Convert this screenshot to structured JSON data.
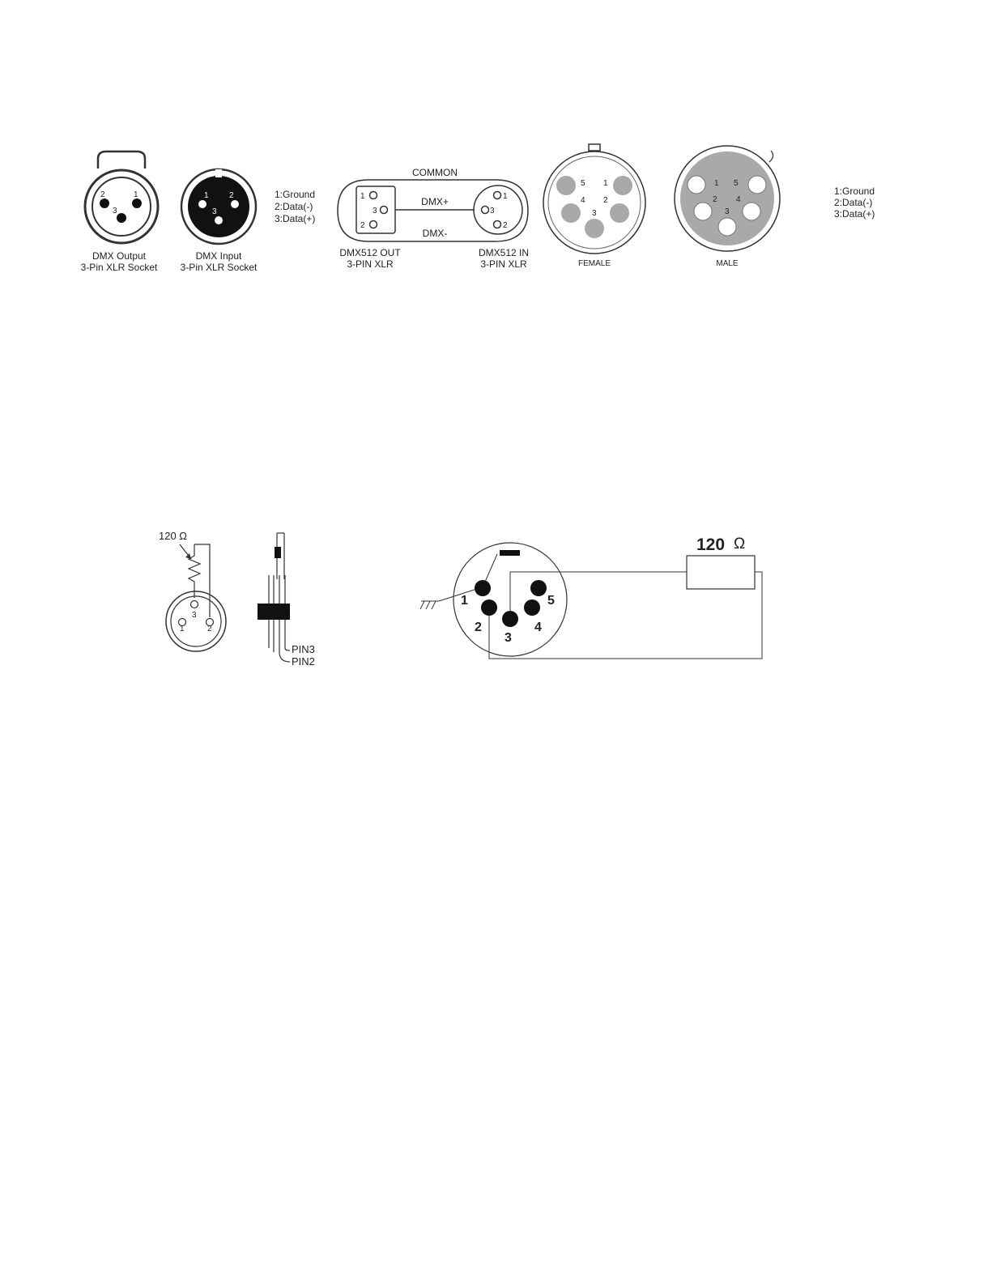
{
  "fig_xlr3": {
    "output_caption_1": "DMX Output",
    "output_caption_2": "3-Pin XLR Socket",
    "input_caption_1": "DMX Input",
    "input_caption_2": "3-Pin XLR Socket",
    "out_pins": [
      "2",
      "1",
      "3"
    ],
    "in_pins": [
      "1",
      "2",
      "3"
    ],
    "legend": [
      "1:Ground",
      "2:Data(-)",
      "3:Data(+)"
    ]
  },
  "fig_cable": {
    "common": "COMMON",
    "dmx_plus": "DMX+",
    "dmx_minus": "DMX-",
    "out_pins": [
      "1",
      "3",
      "2"
    ],
    "in_pins": [
      "1",
      "3",
      "2"
    ],
    "out_caption_1": "DMX512 OUT",
    "out_caption_2": "3-PIN XLR",
    "in_caption_1": "DMX512 IN",
    "in_caption_2": "3-PIN XLR"
  },
  "fig_xlr5": {
    "female_label": "FEMALE",
    "male_label": "MALE",
    "female_pins": [
      "5",
      "1",
      "4",
      "2",
      "3"
    ],
    "male_pins": [
      "1",
      "5",
      "2",
      "4",
      "3"
    ],
    "legend": [
      "1:Ground",
      "2:Data(-)",
      "3:Data(+)"
    ]
  },
  "fig_term3": {
    "resistor": "120 Ω",
    "pins": [
      "3",
      "1",
      "2"
    ],
    "pin3": "PIN3",
    "pin2": "PIN2"
  },
  "fig_term5": {
    "resistor": "120",
    "ohm": "Ω",
    "pins": [
      "1",
      "2",
      "3",
      "4",
      "5"
    ]
  }
}
